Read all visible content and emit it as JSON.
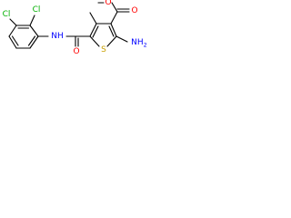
{
  "molecule": {
    "atoms": {
      "cl_top": {
        "text": "Cl",
        "color": "#00b000"
      },
      "cl_left": {
        "text": "Cl",
        "color": "#00b000"
      },
      "amide_nh": {
        "text": "NH",
        "color": "#0000ff"
      },
      "amide_o": {
        "text": "O",
        "color": "#ff0000"
      },
      "ring_s": {
        "text": "S",
        "color": "#c8a000"
      },
      "amine": {
        "text": "NH2",
        "color": "#0000ff"
      },
      "ester_o_carbonyl": {
        "text": "O",
        "color": "#ff0000"
      },
      "ester_o": {
        "text": "O",
        "color": "#ff0000"
      }
    },
    "bond_color": "#000000"
  }
}
